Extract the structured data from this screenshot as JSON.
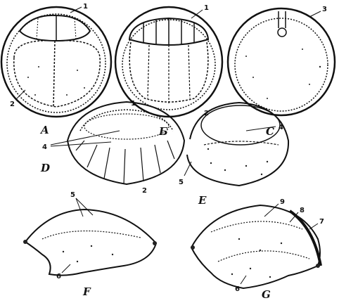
{
  "figure": {
    "panels": [
      {
        "id": "A",
        "label": "A",
        "callouts": [
          "1",
          "2"
        ]
      },
      {
        "id": "B",
        "label": "Б",
        "callouts": [
          "1",
          "2"
        ]
      },
      {
        "id": "C",
        "label": "C",
        "callouts": [
          "3"
        ]
      },
      {
        "id": "D",
        "label": "D",
        "callouts": [
          "1",
          "4",
          "2"
        ]
      },
      {
        "id": "E",
        "label": "E",
        "callouts": [
          "4",
          "5"
        ]
      },
      {
        "id": "F",
        "label": "F",
        "callouts": [
          "5",
          "6"
        ]
      },
      {
        "id": "G",
        "label": "G",
        "callouts": [
          "9",
          "8",
          "7",
          "6"
        ]
      }
    ]
  }
}
